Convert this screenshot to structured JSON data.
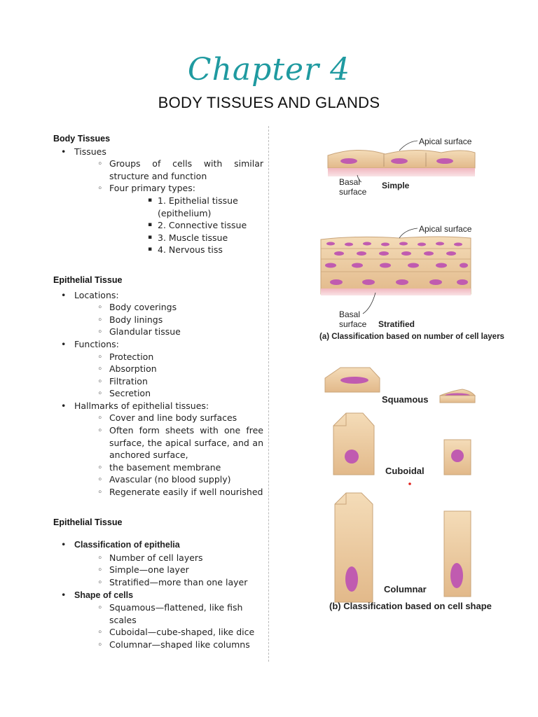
{
  "chapter": "Chapter 4",
  "title": "BODY TISSUES AND GLANDS",
  "section1": {
    "heading": "Body Tissues",
    "item1": "Tissues",
    "sub1": "Groups of cells with similar structure and function",
    "sub2": "Four primary types:",
    "types": [
      "1. Epithelial tissue (epithelium)",
      "2. Connective tissue",
      "3. Muscle tissue",
      "4. Nervous tiss"
    ]
  },
  "section2": {
    "heading": "Epithelial Tissue",
    "locations_label": "Locations:",
    "locations": [
      "Body coverings",
      "Body linings",
      "Glandular tissue"
    ],
    "functions_label": "Functions:",
    "functions": [
      "Protection",
      "Absorption",
      "Filtration",
      "Secretion"
    ],
    "hallmarks_label": "Hallmarks of epithelial tissues:",
    "hallmarks": [
      "Cover and line body surfaces",
      "Often form sheets with one free surface, the apical surface, and an anchored surface,",
      "the basement membrane",
      "Avascular (no blood supply)",
      "Regenerate easily if well nourished"
    ]
  },
  "section3": {
    "heading": "Epithelial Tissue",
    "classification_label": "Classification of epithelia",
    "classification": [
      "Number of cell layers",
      "Simple—one layer",
      "Stratified—more than one layer"
    ],
    "shape_label": "Shape of cells",
    "shapes": [
      "Squamous—flattened, like fish scales",
      "Cuboidal—cube-shaped, like dice",
      "Columnar—shaped like columns"
    ]
  },
  "figure": {
    "apical1": "Apical surface",
    "basal1": "Basal",
    "surface1": "surface",
    "simple": "Simple",
    "apical2": "Apical surface",
    "basal2": "Basal",
    "surface2": "surface",
    "stratified": "Stratified",
    "caption_a": "(a) Classification based on number of cell layers",
    "squamous": "Squamous",
    "cuboidal": "Cuboidal",
    "columnar": "Columnar",
    "caption_b": "(b) Classification based on cell shape"
  }
}
